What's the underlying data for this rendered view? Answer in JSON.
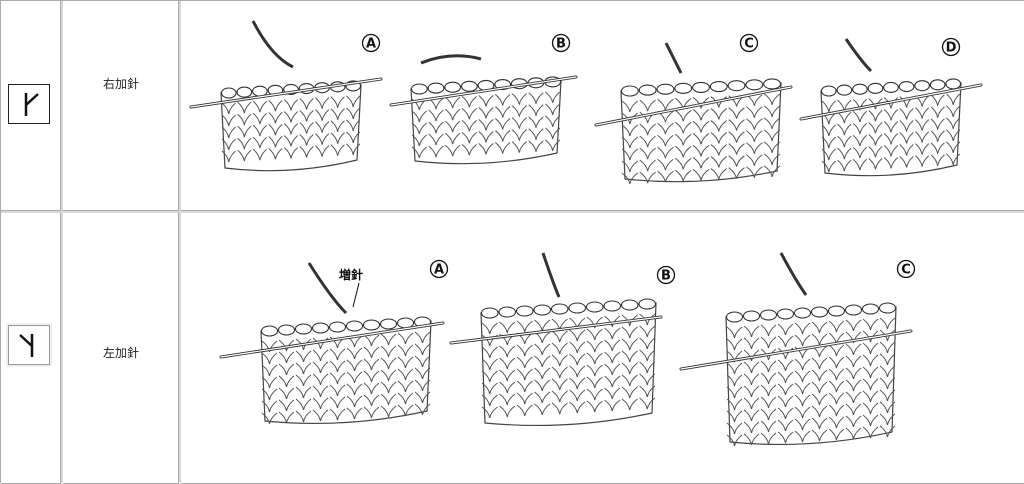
{
  "rows": [
    {
      "symbol_icon": "right-increase-symbol-icon",
      "name": "右加針",
      "steps": [
        "A",
        "B",
        "C",
        "D"
      ]
    },
    {
      "symbol_icon": "left-increase-symbol-icon",
      "name": "左加針",
      "steps": [
        "A",
        "B",
        "C"
      ],
      "annotation": "増針"
    }
  ]
}
